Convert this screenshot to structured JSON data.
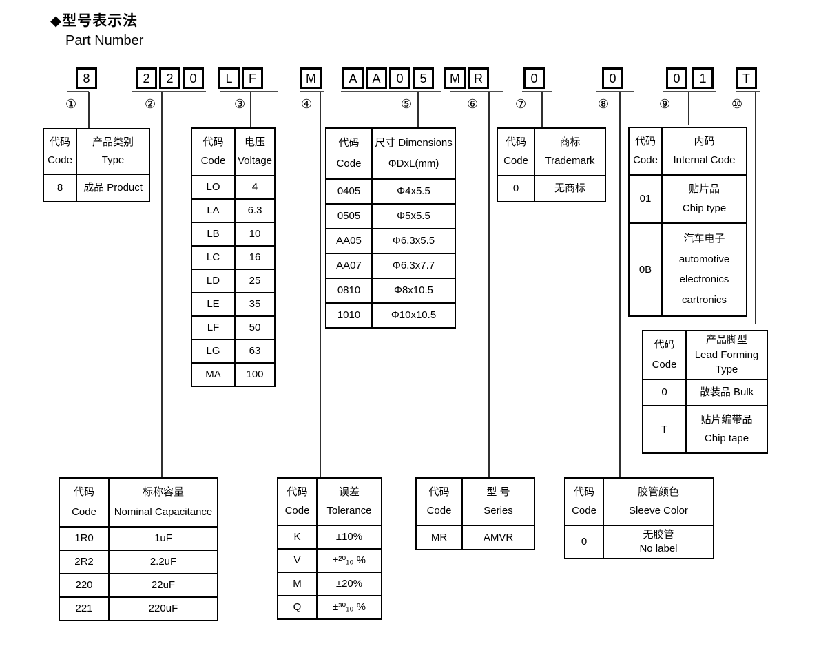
{
  "title": {
    "cn": "◆型号表示法",
    "en": "Part Number"
  },
  "part_number": {
    "chars": [
      "8",
      "2",
      "2",
      "0",
      "L",
      "F",
      "M",
      "A",
      "A",
      "0",
      "5",
      "M",
      "R",
      "0",
      "0",
      "0",
      "1",
      "T"
    ]
  },
  "groups": [
    {
      "num": "①"
    },
    {
      "num": "②"
    },
    {
      "num": "③"
    },
    {
      "num": "④"
    },
    {
      "num": "⑤"
    },
    {
      "num": "⑥"
    },
    {
      "num": "⑦"
    },
    {
      "num": "⑧"
    },
    {
      "num": "⑨"
    },
    {
      "num": "⑩"
    }
  ],
  "tables": {
    "type": {
      "header": {
        "col1": [
          "代码",
          "Code"
        ],
        "col2": [
          "产品类别",
          "Type"
        ]
      },
      "rows": [
        {
          "code": "8",
          "desc": [
            "成品 Product"
          ]
        }
      ]
    },
    "capacitance": {
      "header": {
        "col1": [
          "代码",
          "Code"
        ],
        "col2": [
          "标称容量",
          "Nominal Capacitance"
        ]
      },
      "rows": [
        {
          "code": "1R0",
          "desc": [
            "1uF"
          ]
        },
        {
          "code": "2R2",
          "desc": [
            "2.2uF"
          ]
        },
        {
          "code": "220",
          "desc": [
            "22uF"
          ]
        },
        {
          "code": "221",
          "desc": [
            "220uF"
          ]
        }
      ]
    },
    "voltage": {
      "header": {
        "col1": [
          "代码",
          "Code"
        ],
        "col2": [
          "电压",
          "Voltage"
        ]
      },
      "rows": [
        {
          "code": "LO",
          "desc": [
            "4"
          ]
        },
        {
          "code": "LA",
          "desc": [
            "6.3"
          ]
        },
        {
          "code": "LB",
          "desc": [
            "10"
          ]
        },
        {
          "code": "LC",
          "desc": [
            "16"
          ]
        },
        {
          "code": "LD",
          "desc": [
            "25"
          ]
        },
        {
          "code": "LE",
          "desc": [
            "35"
          ]
        },
        {
          "code": "LF",
          "desc": [
            "50"
          ]
        },
        {
          "code": "LG",
          "desc": [
            "63"
          ]
        },
        {
          "code": "MA",
          "desc": [
            "100"
          ]
        }
      ]
    },
    "tolerance": {
      "header": {
        "col1": [
          "代码",
          "Code"
        ],
        "col2": [
          "误差",
          "Tolerance"
        ]
      },
      "rows": [
        {
          "code": "K",
          "desc": [
            "±10%"
          ]
        },
        {
          "code": "V",
          "desc": [
            "±²⁰₁₀ %"
          ]
        },
        {
          "code": "M",
          "desc": [
            "±20%"
          ]
        },
        {
          "code": "Q",
          "desc": [
            "±³⁰₁₀ %"
          ]
        }
      ]
    },
    "dimensions": {
      "header": {
        "col1": [
          "代码",
          "Code"
        ],
        "col2": [
          "尺寸 Dimensions",
          "ΦDxL(mm)"
        ]
      },
      "rows": [
        {
          "code": "0405",
          "desc": [
            "Φ4x5.5"
          ]
        },
        {
          "code": "0505",
          "desc": [
            "Φ5x5.5"
          ]
        },
        {
          "code": "AA05",
          "desc": [
            "Φ6.3x5.5"
          ]
        },
        {
          "code": "AA07",
          "desc": [
            "Φ6.3x7.7"
          ]
        },
        {
          "code": "0810",
          "desc": [
            "Φ8x10.5"
          ]
        },
        {
          "code": "1010",
          "desc": [
            "Φ10x10.5"
          ]
        }
      ]
    },
    "series": {
      "header": {
        "col1": [
          "代码",
          "Code"
        ],
        "col2": [
          "型 号",
          "Series"
        ]
      },
      "rows": [
        {
          "code": "MR",
          "desc": [
            "AMVR"
          ]
        }
      ]
    },
    "trademark": {
      "header": {
        "col1": [
          "代码",
          "Code"
        ],
        "col2": [
          "商标",
          "Trademark"
        ]
      },
      "rows": [
        {
          "code": "0",
          "desc": [
            "无商标"
          ]
        }
      ]
    },
    "sleeve": {
      "header": {
        "col1": [
          "代码",
          "Code"
        ],
        "col2": [
          "胶管颜色",
          "Sleeve Color"
        ]
      },
      "rows": [
        {
          "code": "0",
          "desc": [
            "无胶管",
            "No label"
          ]
        }
      ]
    },
    "internal": {
      "header": {
        "col1": [
          "代码",
          "Code"
        ],
        "col2": [
          "内码",
          "Internal Code"
        ]
      },
      "rows": [
        {
          "code": "01",
          "desc": [
            "贴片品",
            "Chip type"
          ]
        },
        {
          "code": "0B",
          "desc": [
            "汽车电子",
            "automotive",
            "electronics",
            "cartronics"
          ]
        }
      ]
    },
    "lead": {
      "header": {
        "col1": [
          "代码",
          "Code"
        ],
        "col2": [
          "产品脚型",
          "Lead Forming",
          "Type"
        ]
      },
      "rows": [
        {
          "code": "0",
          "desc": [
            "散装品 Bulk"
          ]
        },
        {
          "code": "T",
          "desc": [
            "贴片编带品",
            "Chip tape"
          ]
        }
      ]
    }
  }
}
